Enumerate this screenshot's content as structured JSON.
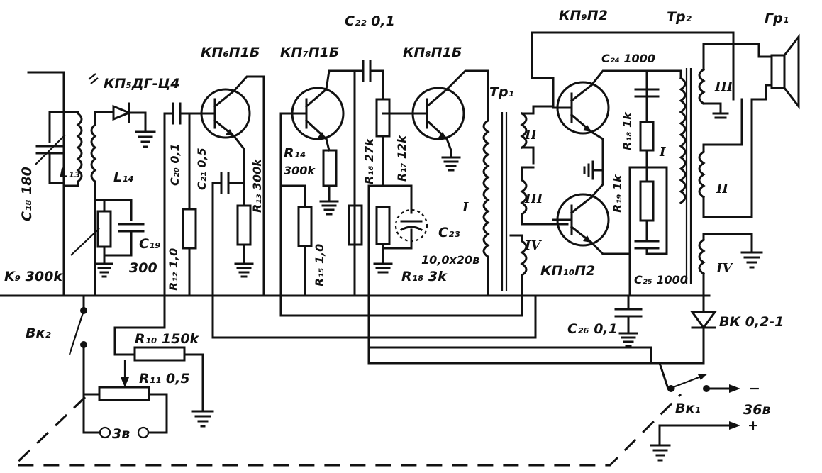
{
  "labels": {
    "kp6": "КП₆П1Б",
    "kp7": "КП₇П1Б",
    "kp8": "КП₈П1Б",
    "kp9": "КП₉П2",
    "kp10": "КП₁₀П2",
    "kp5": "КП₅ДГ-Ц4",
    "c22": "C₂₂ 0,1",
    "c24": "C₂₄ 1000",
    "c18": "C₁₈ 180",
    "c19": "C₁₉",
    "c19v": "300",
    "c20": "C₂₀ 0,1",
    "c21": "C₂₁ 0,5",
    "c23": "C₂₃",
    "c23v": "10,0x20в",
    "c25": "C₂₅ 1000",
    "c26": "C₂₆ 0,1",
    "l13": "L₁₃",
    "l14": "L₁₄",
    "k9": "K₉ 300k",
    "r10": "R₁₀ 150k",
    "r11": "R₁₁ 0,5",
    "r12": "R₁₂ 1,0",
    "r13": "R₁₃ 300k",
    "r14": "R₁₄",
    "r14v": "300k",
    "r15": "R₁₅ 1,0",
    "r16": "R₁₆ 27k",
    "r17": "R₁₇ 12k",
    "r18a": "R₁₈ 1k",
    "r18b": "R₁₈ 3k",
    "r19": "R₁₉ 1k",
    "tp1": "Тр₁",
    "tp2": "Тр₂",
    "gp1": "Гр₁",
    "bk1": "Вк₁",
    "bk2": "Вк₂",
    "diode": "ВК 0,2-1",
    "v3": "3в",
    "v36": "36в",
    "minus": "−",
    "plus": "+",
    "wI": "I",
    "wII": "II",
    "wIII": "III",
    "wIV": "IV"
  }
}
